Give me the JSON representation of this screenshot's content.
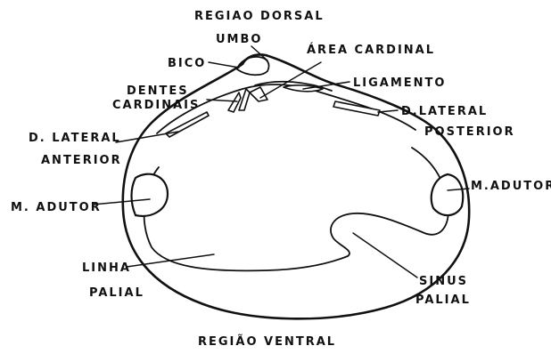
{
  "labels": {
    "dorsal": "REGIAO DORSAL",
    "umbo": "UMBO",
    "area_cardinal": "ÁREA CARDINAL",
    "bico": "BICO",
    "ligamento": "LIGAMENTO",
    "dentes_line1": "DENTES",
    "dentes_line2": "CARDINAIS",
    "d_lateral_posterior_line1": "D.LATERAL",
    "d_lateral_posterior_line2": "POSTERIOR",
    "d_lateral_anterior_line1": "D. LATERAL",
    "d_lateral_anterior_line2": "ANTERIOR",
    "m_adutor_left": "M. ADUTOR",
    "m_adutor_right": "M.ADUTOR",
    "linha_line1": "LINHA",
    "linha_line2": "PALIAL",
    "sinus_line1": "SINUS",
    "sinus_line2": "PALIAL",
    "ventral": "REGIÃO VENTRAL"
  }
}
